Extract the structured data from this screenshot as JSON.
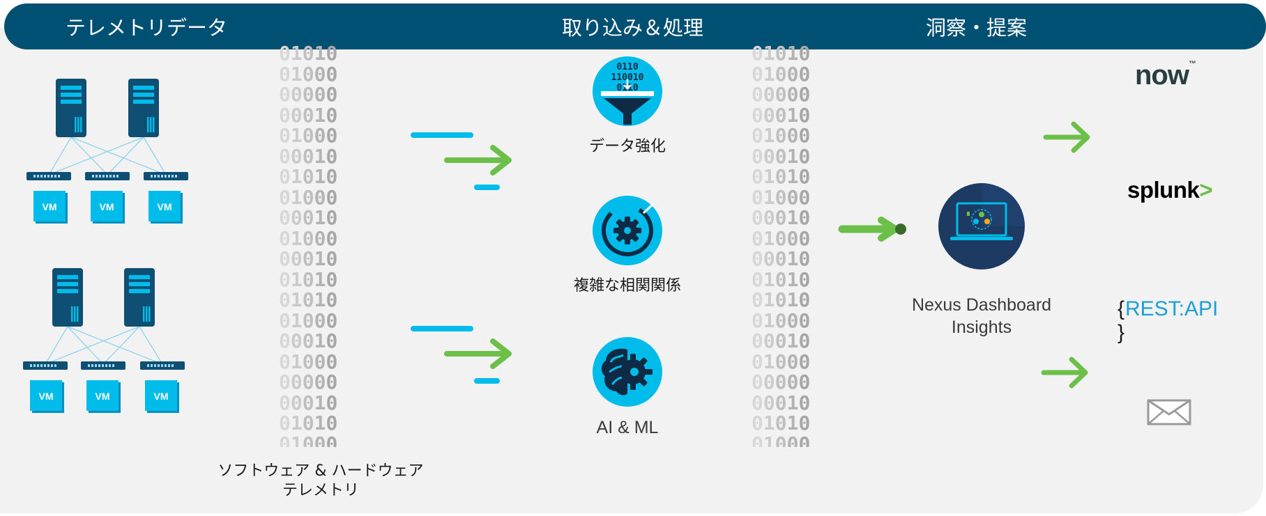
{
  "header": {
    "col1_title": "テレメトリデータ",
    "col2_title": "取り込み＆処理",
    "col3_title": "洞察・提案",
    "background": "#005073"
  },
  "infrastructure": {
    "vm_label": "VM"
  },
  "telemetry_label": {
    "line1": "ソフトウェア & ハードウェア",
    "line2": "テレメトリ"
  },
  "binary_stream": {
    "left_columns": [
      "0\n0\n0\n0\n0\n0\n0\n0\n0\n0\n0\n0\n0\n0\n0\n0\n0\n0\n0\n0\n0",
      "1\n1\n0\n0\n1\n0\n1\n1\n0\n1\n0\n1\n1\n1\n0\n1\n0\n0\n1\n1\n0"
    ],
    "right_columns": [
      "0\n0\n0\n0\n0\n0\n0\n0\n0\n0\n0\n0\n0\n0\n0\n0\n0\n0\n0\n0\n0",
      "1\n1\n0\n0\n1\n0\n1\n1\n0\n1\n0\n1\n1\n1\n0\n1\n0\n0\n1\n1\n0"
    ]
  },
  "processing": {
    "step1": "データ強化",
    "step2": "複雑な相関関係",
    "step3": "AI & ML",
    "binary_icon_rows": [
      "0110",
      "110010",
      "0110"
    ]
  },
  "insights": {
    "product_line1": "Nexus Dashboard",
    "product_line2": "Insights"
  },
  "integrations": {
    "servicenow": "now",
    "servicenow_mark": "™",
    "splunk": "splunk",
    "splunk_mark": ">",
    "rest_open": "{",
    "rest_text": "REST:API",
    "rest_close": "}",
    "email": "envelope-icon"
  },
  "colors": {
    "accent_blue": "#00bceb",
    "arrow_green": "#6cc04a",
    "server_navy": "#0e4f73",
    "dark_navy": "#1d3a63"
  }
}
